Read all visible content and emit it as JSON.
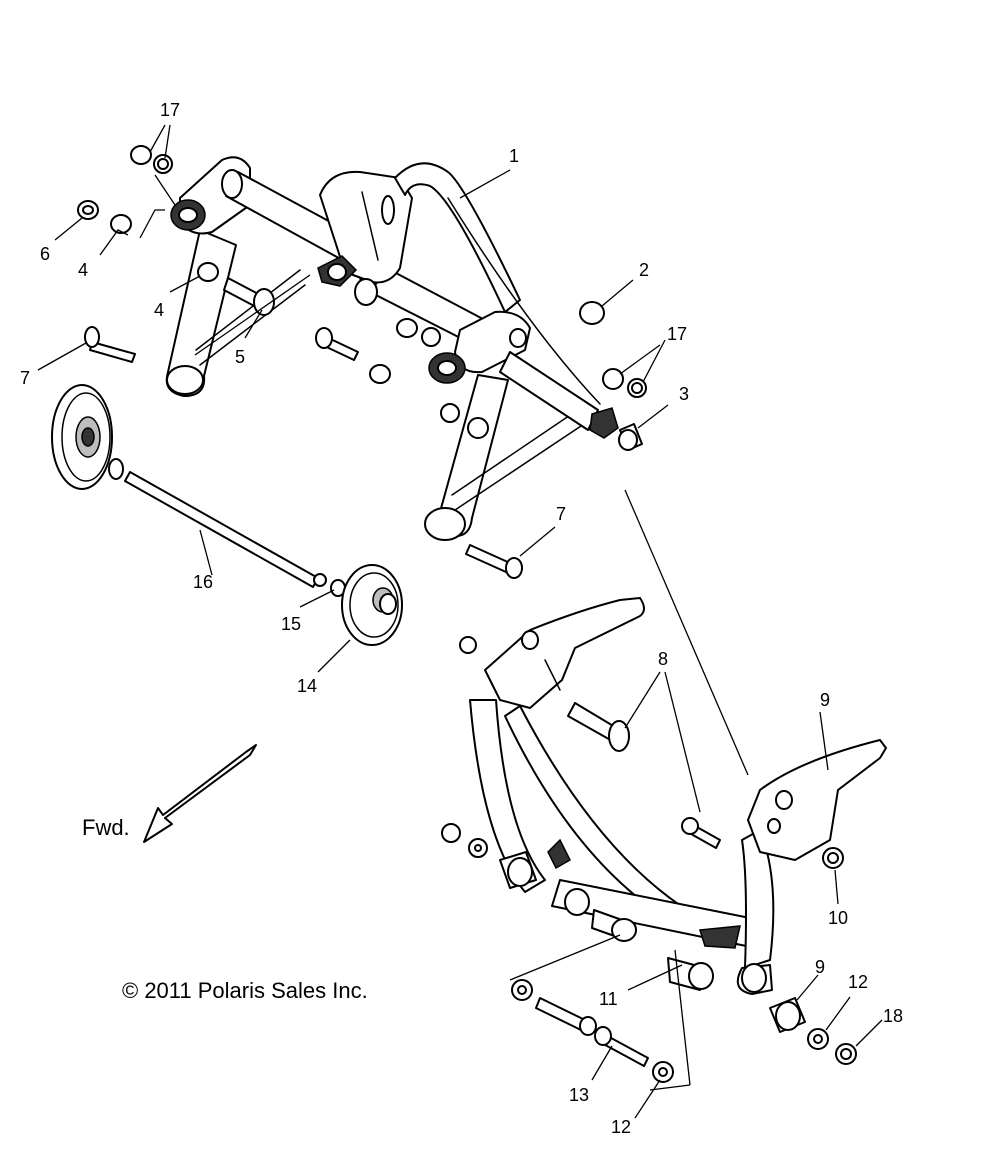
{
  "diagram": {
    "copyright": "© 2011 Polaris Sales Inc.",
    "direction_label": "Fwd.",
    "callouts": {
      "c1": "1",
      "c2": "2",
      "c3": "3",
      "c4a": "4",
      "c4b": "4",
      "c5": "5",
      "c6": "6",
      "c7a": "7",
      "c7b": "7",
      "c8": "8",
      "c9a": "9",
      "c9b": "9",
      "c10": "10",
      "c11": "11",
      "c12a": "12",
      "c12b": "12",
      "c13": "13",
      "c14": "14",
      "c15": "15",
      "c16": "16",
      "c17a": "17",
      "c17b": "17",
      "c18": "18"
    }
  }
}
